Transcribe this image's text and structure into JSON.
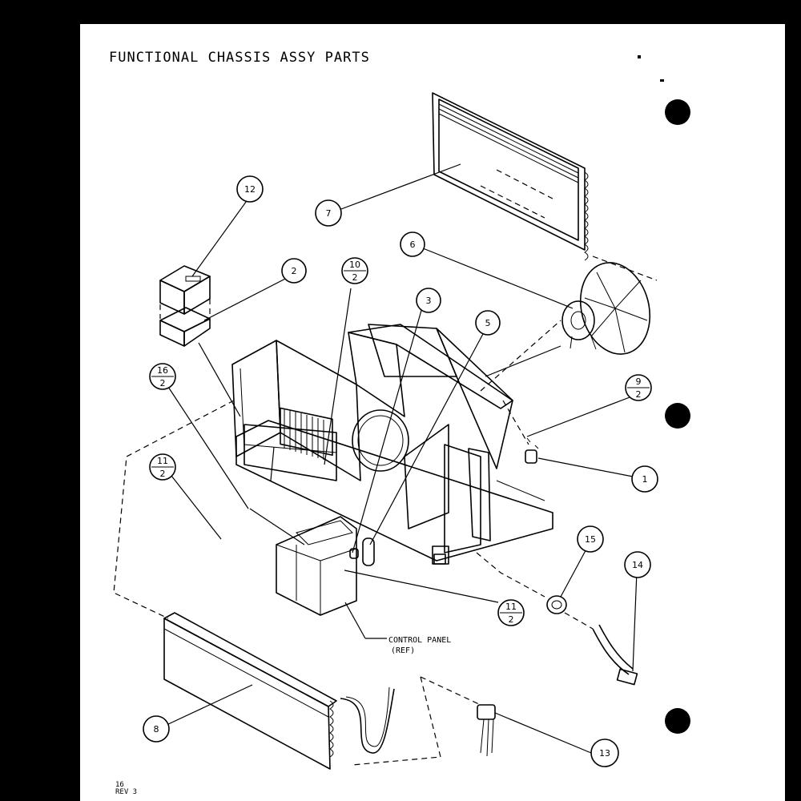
{
  "title": "FUNCTIONAL CHASSIS ASSY PARTS",
  "callouts": [
    {
      "id": "c12",
      "label": "12"
    },
    {
      "id": "c2",
      "label": "2"
    },
    {
      "id": "c10",
      "top": "10",
      "bottom": "2"
    },
    {
      "id": "c3",
      "label": "3"
    },
    {
      "id": "c5",
      "label": "5"
    },
    {
      "id": "c6",
      "label": "6"
    },
    {
      "id": "c7",
      "label": "7"
    },
    {
      "id": "c16",
      "top": "16",
      "bottom": "2"
    },
    {
      "id": "c9",
      "top": "9",
      "bottom": "2"
    },
    {
      "id": "c1",
      "label": "1"
    },
    {
      "id": "c11a",
      "top": "11",
      "bottom": "2"
    },
    {
      "id": "c11b",
      "top": "11",
      "bottom": "2"
    },
    {
      "id": "c15",
      "label": "15"
    },
    {
      "id": "c14",
      "label": "14"
    },
    {
      "id": "c8",
      "label": "8"
    },
    {
      "id": "c13",
      "label": "13"
    }
  ],
  "control_panel_label": [
    "CONTROL PANEL",
    "(REF)"
  ],
  "page_number": "16",
  "revision": "REV 3"
}
